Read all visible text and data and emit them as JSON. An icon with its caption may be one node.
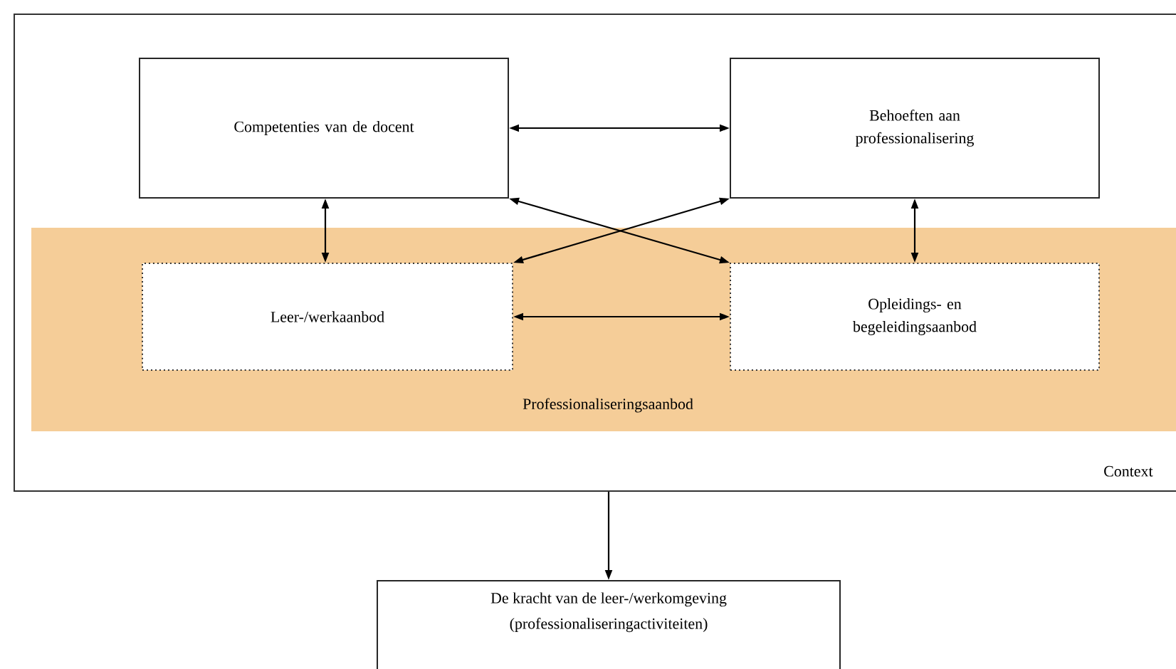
{
  "diagram": {
    "nodes": [
      {
        "text": [
          "Context"
        ]
      },
      {
        "text": [
          "Competenties van de docent"
        ],
        "in": 0
      },
      {
        "text": [
          "Behoeften aan professionalisering"
        ],
        "in": 0
      },
      {
        "text": [
          "Professionaliseringsaanbod"
        ],
        "in": 0
      },
      {
        "text": [
          "Leer-/werkaanbod"
        ],
        "in": 3
      },
      {
        "text": [
          "Opleidings- en begeleidingsaanbod"
        ],
        "in": 3
      },
      {
        "text": [
          "De kracht van de leer-/werkomgeving",
          "(professionaliseringactiviteiten)"
        ]
      }
    ],
    "edges": [
      {
        "from": 1,
        "to": 2,
        "arrow": "both"
      },
      {
        "from": 1,
        "to": 4,
        "arrow": "both"
      },
      {
        "from": 2,
        "to": 5,
        "arrow": "both"
      },
      {
        "from": 1,
        "to": 5,
        "arrow": "both"
      },
      {
        "from": 2,
        "to": 4,
        "arrow": "both"
      },
      {
        "from": 4,
        "to": 5,
        "arrow": "both"
      },
      {
        "from": 0,
        "to": 6,
        "arrow": "to"
      }
    ]
  }
}
